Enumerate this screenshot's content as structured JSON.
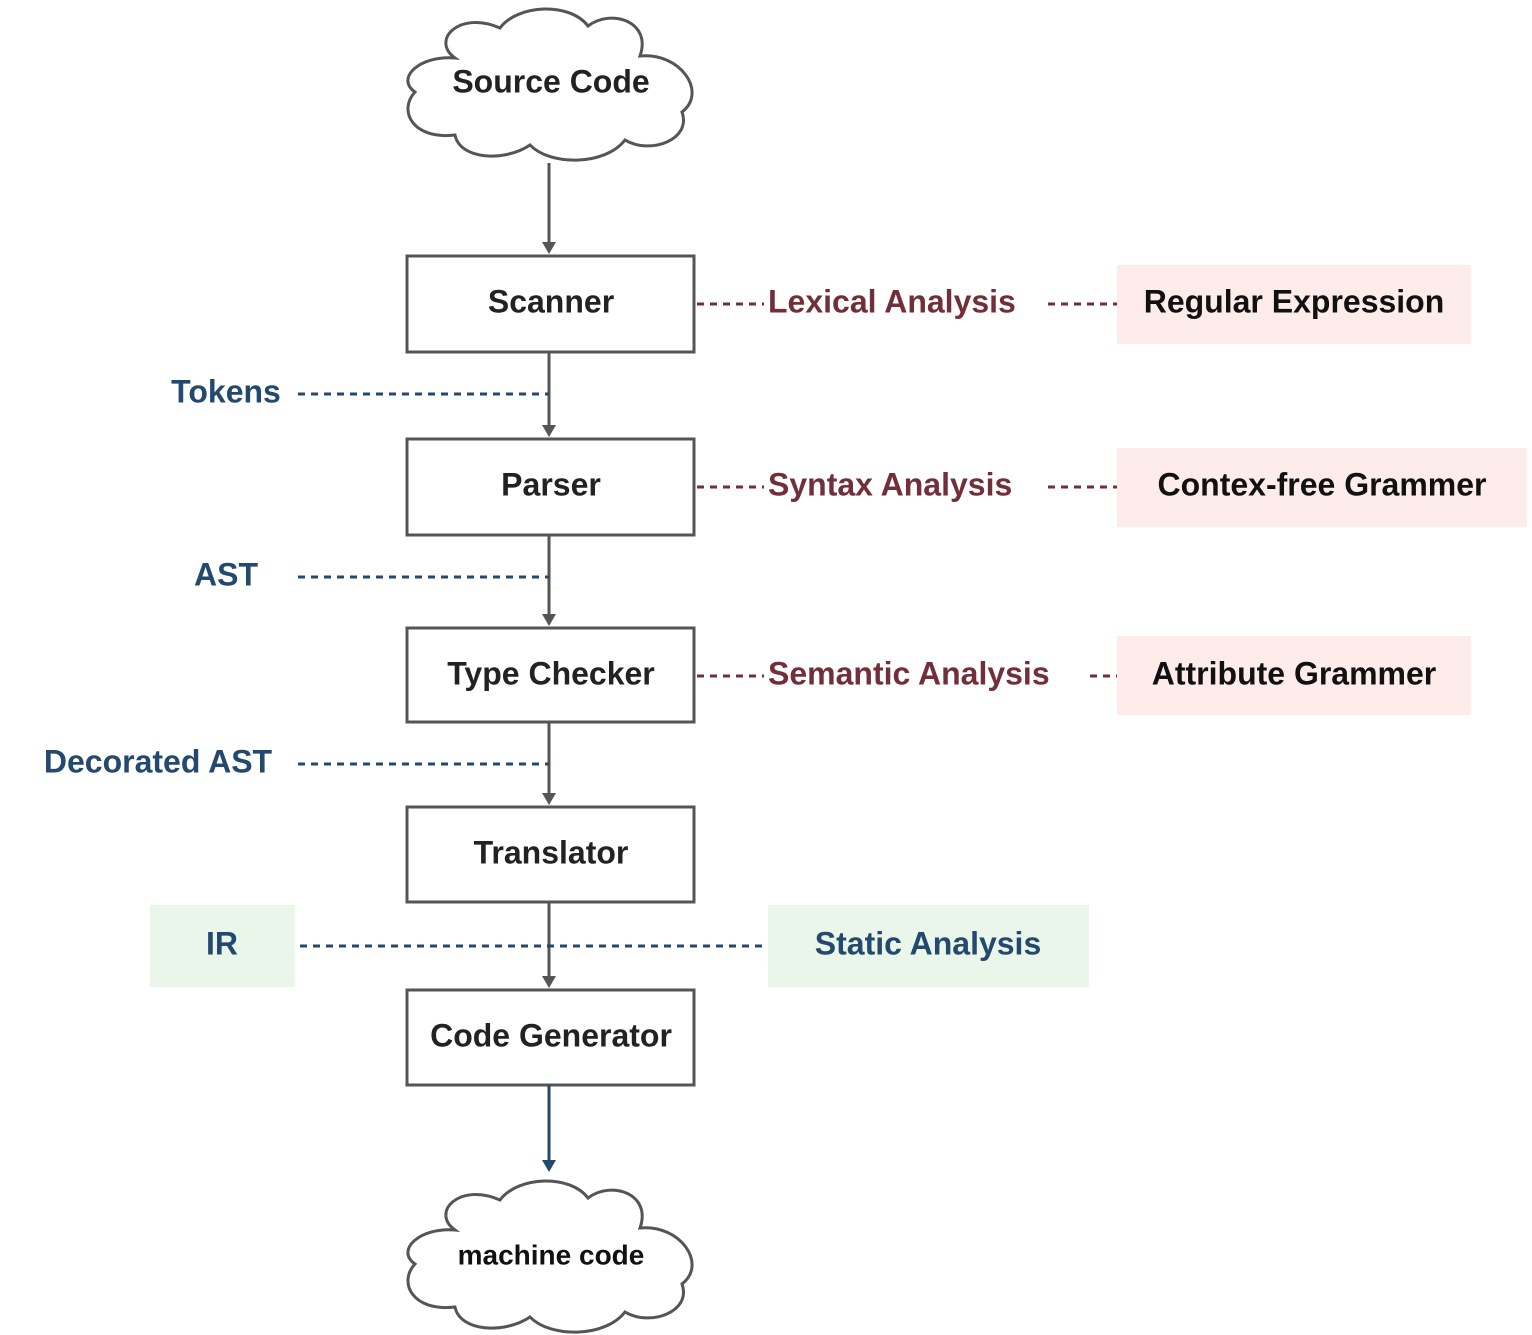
{
  "colors": {
    "box_stroke": "#555555",
    "arrow": "#555555",
    "arrow_final": "#24496e",
    "stage_text": "#222222",
    "analysis_text": "#722f3a",
    "artifact_text": "#24496e",
    "formalism_text": "#111111",
    "formalism_fill": "#fdece9",
    "ir_fill": "#e9f6e9"
  },
  "clouds": {
    "source": "Source Code",
    "target": "machine code"
  },
  "stages": [
    {
      "id": "scanner",
      "label": "Scanner"
    },
    {
      "id": "parser",
      "label": "Parser"
    },
    {
      "id": "type-checker",
      "label": "Type Checker"
    },
    {
      "id": "translator",
      "label": "Translator"
    },
    {
      "id": "code-generator",
      "label": "Code Generator"
    }
  ],
  "analyses": [
    {
      "id": "lexical",
      "label": "Lexical Analysis",
      "formalism": "Regular Expression"
    },
    {
      "id": "syntax",
      "label": "Syntax Analysis",
      "formalism": "Contex-free Grammer"
    },
    {
      "id": "semantic",
      "label": "Semantic Analysis",
      "formalism": "Attribute Grammer"
    }
  ],
  "artifacts": [
    {
      "id": "tokens",
      "label": "Tokens"
    },
    {
      "id": "ast",
      "label": "AST"
    },
    {
      "id": "decorated-ast",
      "label": "Decorated AST"
    },
    {
      "id": "ir",
      "label": "IR"
    }
  ],
  "static_analysis": "Static Analysis"
}
